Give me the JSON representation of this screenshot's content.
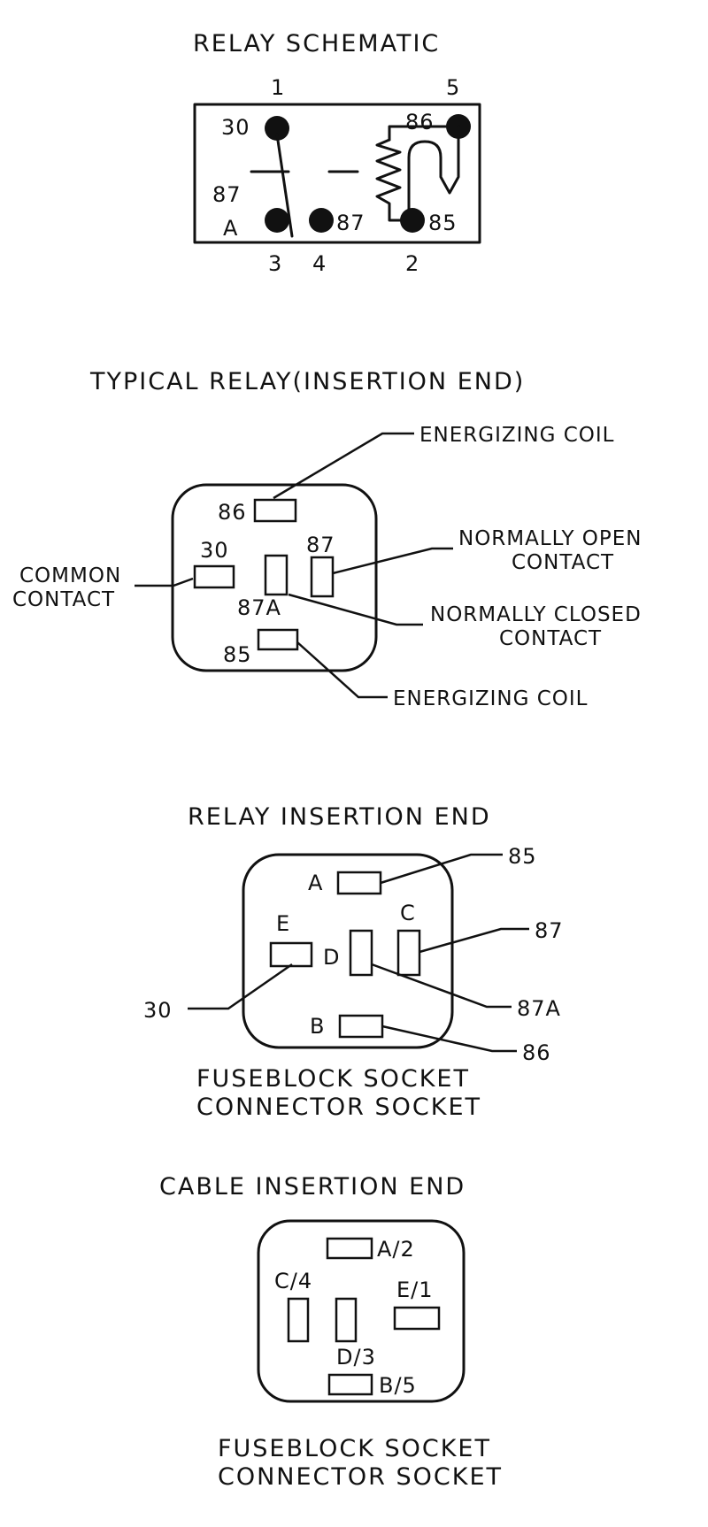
{
  "schematic": {
    "title": "RELAY SCHEMATIC",
    "pins_top": [
      "1",
      "5"
    ],
    "pins_bottom": [
      "3",
      "4",
      "2"
    ],
    "terminals": {
      "t30": "30",
      "t86": "86",
      "t87a_top": "87",
      "t87a_bottom": "A",
      "t87": "87",
      "t85": "85"
    }
  },
  "typical": {
    "title": "TYPICAL RELAY(INSERTION END)",
    "terminals": {
      "t86": "86",
      "t30": "30",
      "t87": "87",
      "t87a": "87A",
      "t85": "85"
    },
    "callouts": {
      "coil_top": "ENERGIZING COIL",
      "no_line1": "NORMALLY OPEN",
      "no_line2": "CONTACT",
      "common_line1": "COMMON",
      "common_line2": "CONTACT",
      "nc_line1": "NORMALLY CLOSED",
      "nc_line2": "CONTACT",
      "coil_bottom": "ENERGIZING COIL"
    }
  },
  "insertion": {
    "title": "RELAY INSERTION END",
    "letters": {
      "a": "A",
      "b": "B",
      "c": "C",
      "d": "D",
      "e": "E"
    },
    "callouts": {
      "c85": "85",
      "c87": "87",
      "c87a": "87A",
      "c86": "86",
      "c30": "30"
    },
    "footer_line1": "FUSEBLOCK SOCKET",
    "footer_line2": "CONNECTOR SOCKET"
  },
  "cable": {
    "title": "CABLE INSERTION END",
    "labels": {
      "a2": "A/2",
      "c4": "C/4",
      "e1": "E/1",
      "d3": "D/3",
      "b5": "B/5"
    },
    "footer_line1": "FUSEBLOCK SOCKET",
    "footer_line2": "CONNECTOR SOCKET"
  }
}
